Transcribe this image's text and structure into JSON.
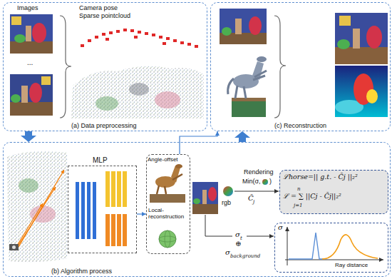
{
  "diagram": {
    "nodes": [
      {
        "text": [
          "Images",
          "...",
          "Camera pose",
          "Sparse pointcloud",
          "(a) Data preprocessing"
        ]
      },
      {
        "text": [
          "(c) Reconstruction"
        ]
      },
      {
        "text": [
          "(b) Algorithm process",
          "Rendering",
          "Min(σ,",
          ")",
          "rgb",
          "C̃",
          "j",
          "σ",
          "t",
          "⊕",
          "σ",
          "background"
        ]
      },
      {
        "text": [
          "MLP"
        ],
        "in": 2
      },
      {
        "text": [
          "Angle-offset",
          "Local-reconstruction"
        ],
        "in": 2
      },
      {
        "text": [
          "ℒhorse=|| g.t. - C̃j ||₂²",
          "n",
          "ℒ = ∑ ||Cj - C̃j||₂²",
          "j=1"
        ],
        "in": 2
      },
      {
        "text": [
          "σ",
          "Ray distance"
        ],
        "in": 2
      }
    ],
    "edges": [
      {
        "from": 0,
        "to": 2,
        "arrow": "to"
      },
      {
        "from": 2,
        "to": 1,
        "arrow": "to"
      },
      {
        "from": 3,
        "to": 4,
        "arrow": "to"
      },
      {
        "from": 4,
        "to": 1,
        "arrow": "to"
      }
    ]
  }
}
